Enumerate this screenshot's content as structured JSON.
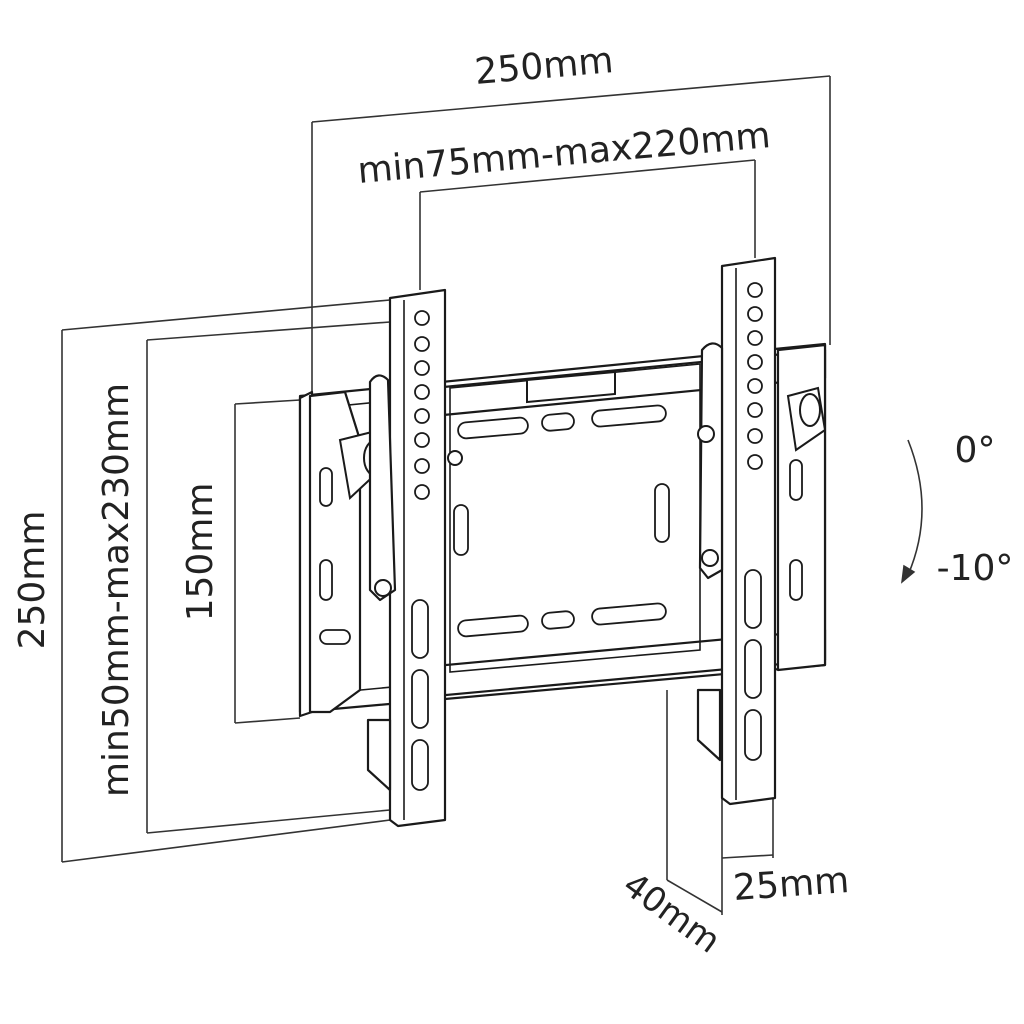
{
  "dimensions": {
    "overall_width": "250mm",
    "vesa_width": "min75mm-max220mm",
    "overall_height": "250mm",
    "vesa_height": "min50mm-max230mm",
    "inner_height": "150mm",
    "wall_depth": "40mm",
    "arm_depth": "25mm"
  },
  "tilt": {
    "upper_angle": "0°",
    "lower_angle": "-10°"
  }
}
